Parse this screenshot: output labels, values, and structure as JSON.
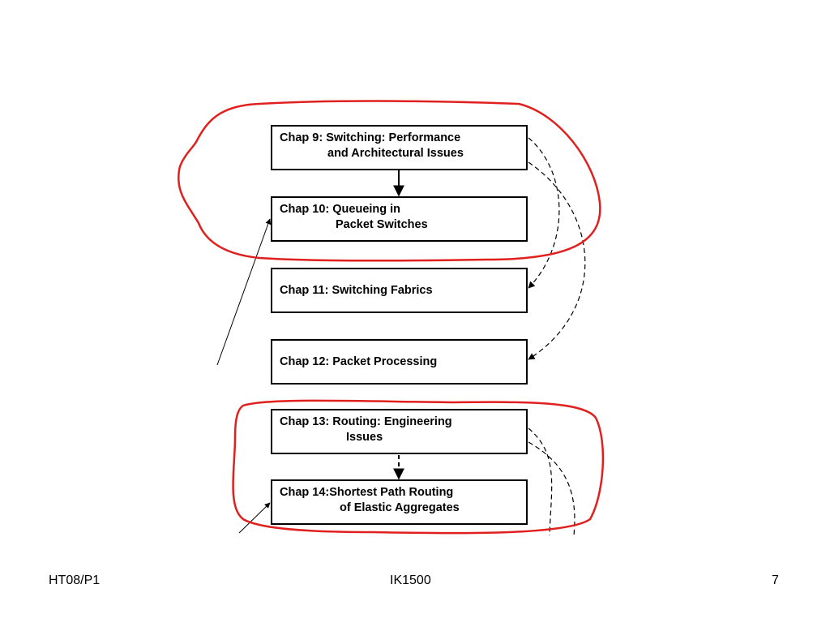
{
  "diagram": {
    "boxes": [
      {
        "id": "chap9",
        "line1": "Chap 9: Switching: Performance",
        "line2": "and Architectural Issues"
      },
      {
        "id": "chap10",
        "line1": "Chap 10: Queueing in",
        "line2": "Packet Switches"
      },
      {
        "id": "chap11",
        "line1": "Chap 11: Switching Fabrics",
        "line2": ""
      },
      {
        "id": "chap12",
        "line1": "Chap 12: Packet Processing",
        "line2": ""
      },
      {
        "id": "chap13",
        "line1": "Chap 13: Routing: Engineering",
        "line2": "Issues"
      },
      {
        "id": "chap14",
        "line1": "Chap 14:Shortest Path Routing",
        "line2": "of Elastic Aggregates"
      }
    ],
    "highlight_color": "#e0201e"
  },
  "footer": {
    "left": "HT08/P1",
    "center": "IK1500",
    "right": "7"
  }
}
